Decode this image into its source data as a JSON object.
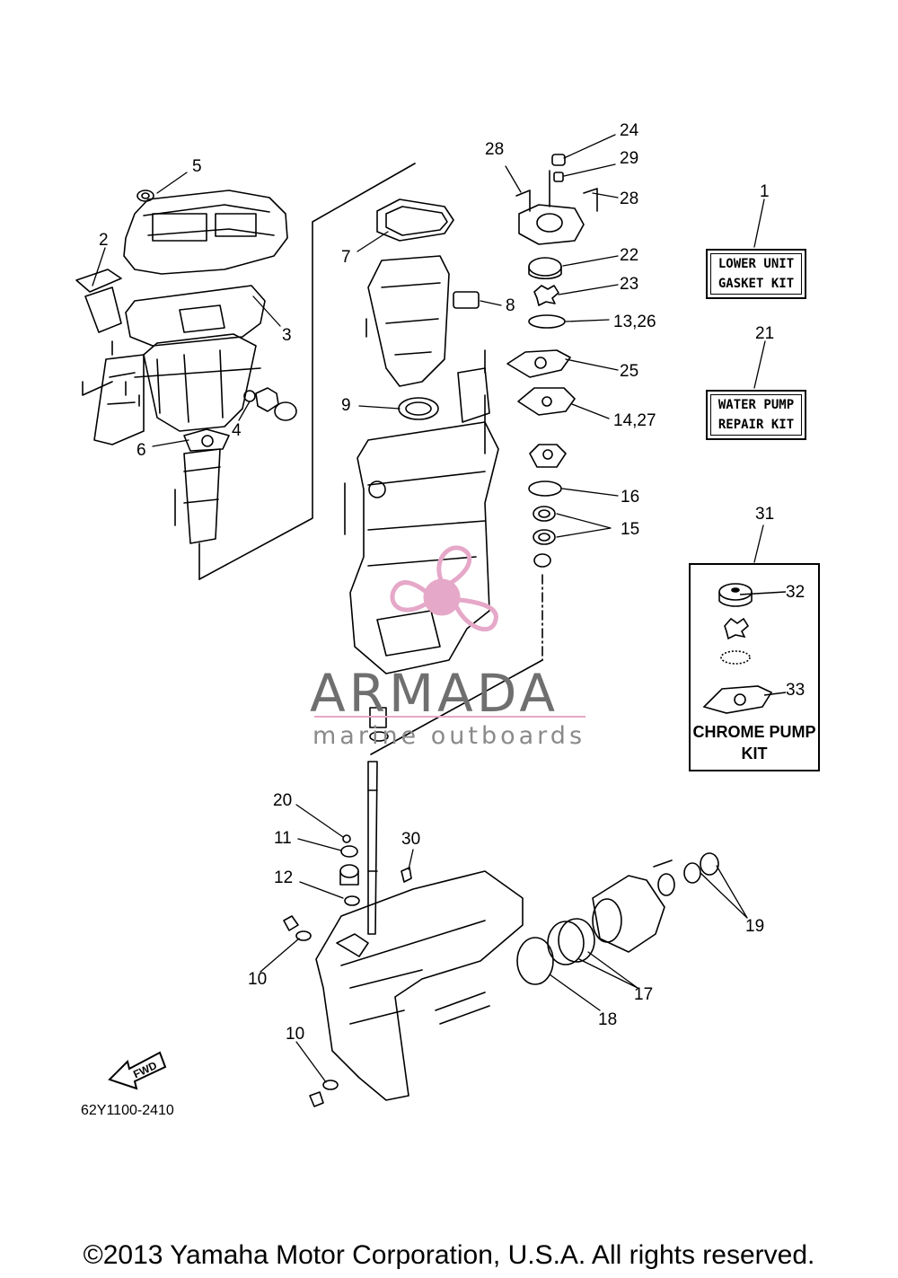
{
  "diagram": {
    "callouts": [
      {
        "id": "5",
        "label": "5"
      },
      {
        "id": "2",
        "label": "2"
      },
      {
        "id": "3",
        "label": "3"
      },
      {
        "id": "4",
        "label": "4"
      },
      {
        "id": "6",
        "label": "6"
      },
      {
        "id": "7",
        "label": "7"
      },
      {
        "id": "8",
        "label": "8"
      },
      {
        "id": "9",
        "label": "9"
      },
      {
        "id": "28a",
        "label": "28"
      },
      {
        "id": "24",
        "label": "24"
      },
      {
        "id": "29",
        "label": "29"
      },
      {
        "id": "28b",
        "label": "28"
      },
      {
        "id": "22",
        "label": "22"
      },
      {
        "id": "23",
        "label": "23"
      },
      {
        "id": "13-26",
        "label": "13,26"
      },
      {
        "id": "25",
        "label": "25"
      },
      {
        "id": "14-27",
        "label": "14,27"
      },
      {
        "id": "16",
        "label": "16"
      },
      {
        "id": "15",
        "label": "15"
      },
      {
        "id": "1",
        "label": "1"
      },
      {
        "id": "21",
        "label": "21"
      },
      {
        "id": "31",
        "label": "31"
      },
      {
        "id": "32",
        "label": "32"
      },
      {
        "id": "33",
        "label": "33"
      },
      {
        "id": "20",
        "label": "20"
      },
      {
        "id": "11",
        "label": "11"
      },
      {
        "id": "30",
        "label": "30"
      },
      {
        "id": "12",
        "label": "12"
      },
      {
        "id": "10a",
        "label": "10"
      },
      {
        "id": "10b",
        "label": "10"
      },
      {
        "id": "19",
        "label": "19"
      },
      {
        "id": "17",
        "label": "17"
      },
      {
        "id": "18",
        "label": "18"
      }
    ],
    "kits": {
      "lower_unit": {
        "line1": "LOWER UNIT",
        "line2": "GASKET KIT"
      },
      "water_pump": {
        "line1": "WATER PUMP",
        "line2": "REPAIR KIT"
      },
      "chrome_pump": {
        "line1": "CHROME PUMP",
        "line2": "KIT"
      }
    },
    "fwd_label": "FWD",
    "drawing_code": "62Y1100-2410"
  },
  "watermark": {
    "title": "ARMADA",
    "subtitle": "marine outboards",
    "accent_color": "#e6a8c8"
  },
  "footer": {
    "copyright": "©2013 Yamaha Motor Corporation, U.S.A. All rights reserved."
  }
}
